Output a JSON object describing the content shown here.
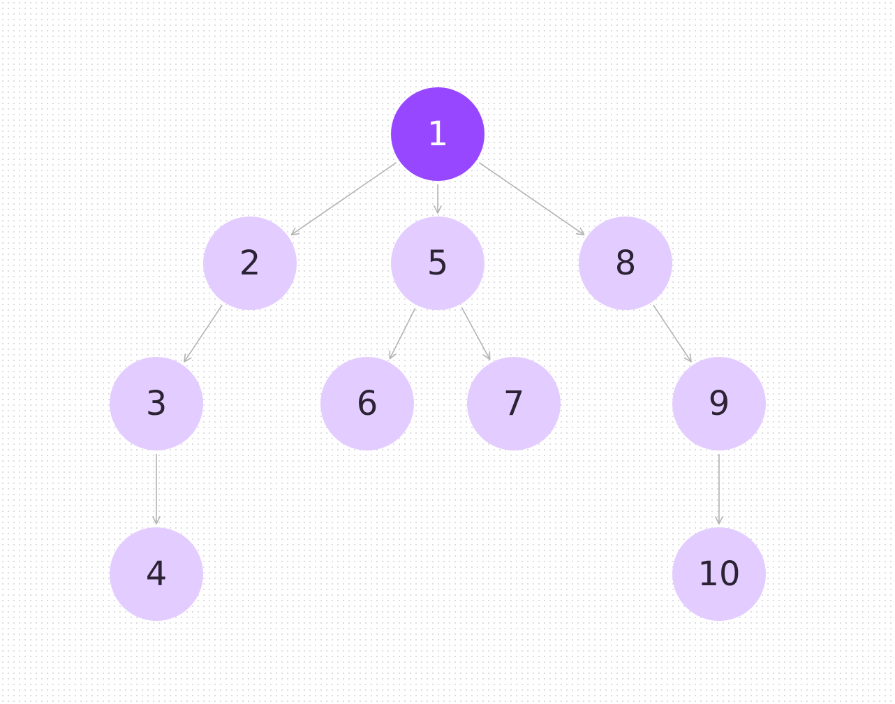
{
  "colors": {
    "root_fill": "#9747FF",
    "root_text": "#FFFFFF",
    "node_fill": "#E3CCFF",
    "node_text": "#2B2233",
    "edge": "#B3B3B3"
  },
  "tree": {
    "root": "1",
    "nodes": [
      {
        "id": "1",
        "label": "1"
      },
      {
        "id": "2",
        "label": "2"
      },
      {
        "id": "3",
        "label": "3"
      },
      {
        "id": "4",
        "label": "4"
      },
      {
        "id": "5",
        "label": "5"
      },
      {
        "id": "6",
        "label": "6"
      },
      {
        "id": "7",
        "label": "7"
      },
      {
        "id": "8",
        "label": "8"
      },
      {
        "id": "9",
        "label": "9"
      },
      {
        "id": "10",
        "label": "10"
      }
    ],
    "edges": [
      {
        "from": "1",
        "to": "2"
      },
      {
        "from": "1",
        "to": "5"
      },
      {
        "from": "1",
        "to": "8"
      },
      {
        "from": "2",
        "to": "3"
      },
      {
        "from": "3",
        "to": "4"
      },
      {
        "from": "5",
        "to": "6"
      },
      {
        "from": "5",
        "to": "7"
      },
      {
        "from": "8",
        "to": "9"
      },
      {
        "from": "9",
        "to": "10"
      }
    ]
  }
}
